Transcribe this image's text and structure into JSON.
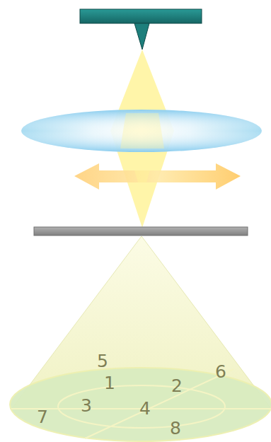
{
  "diagram": {
    "labels": [
      "5",
      "6",
      "1",
      "2",
      "3",
      "4",
      "7",
      "8"
    ]
  }
}
